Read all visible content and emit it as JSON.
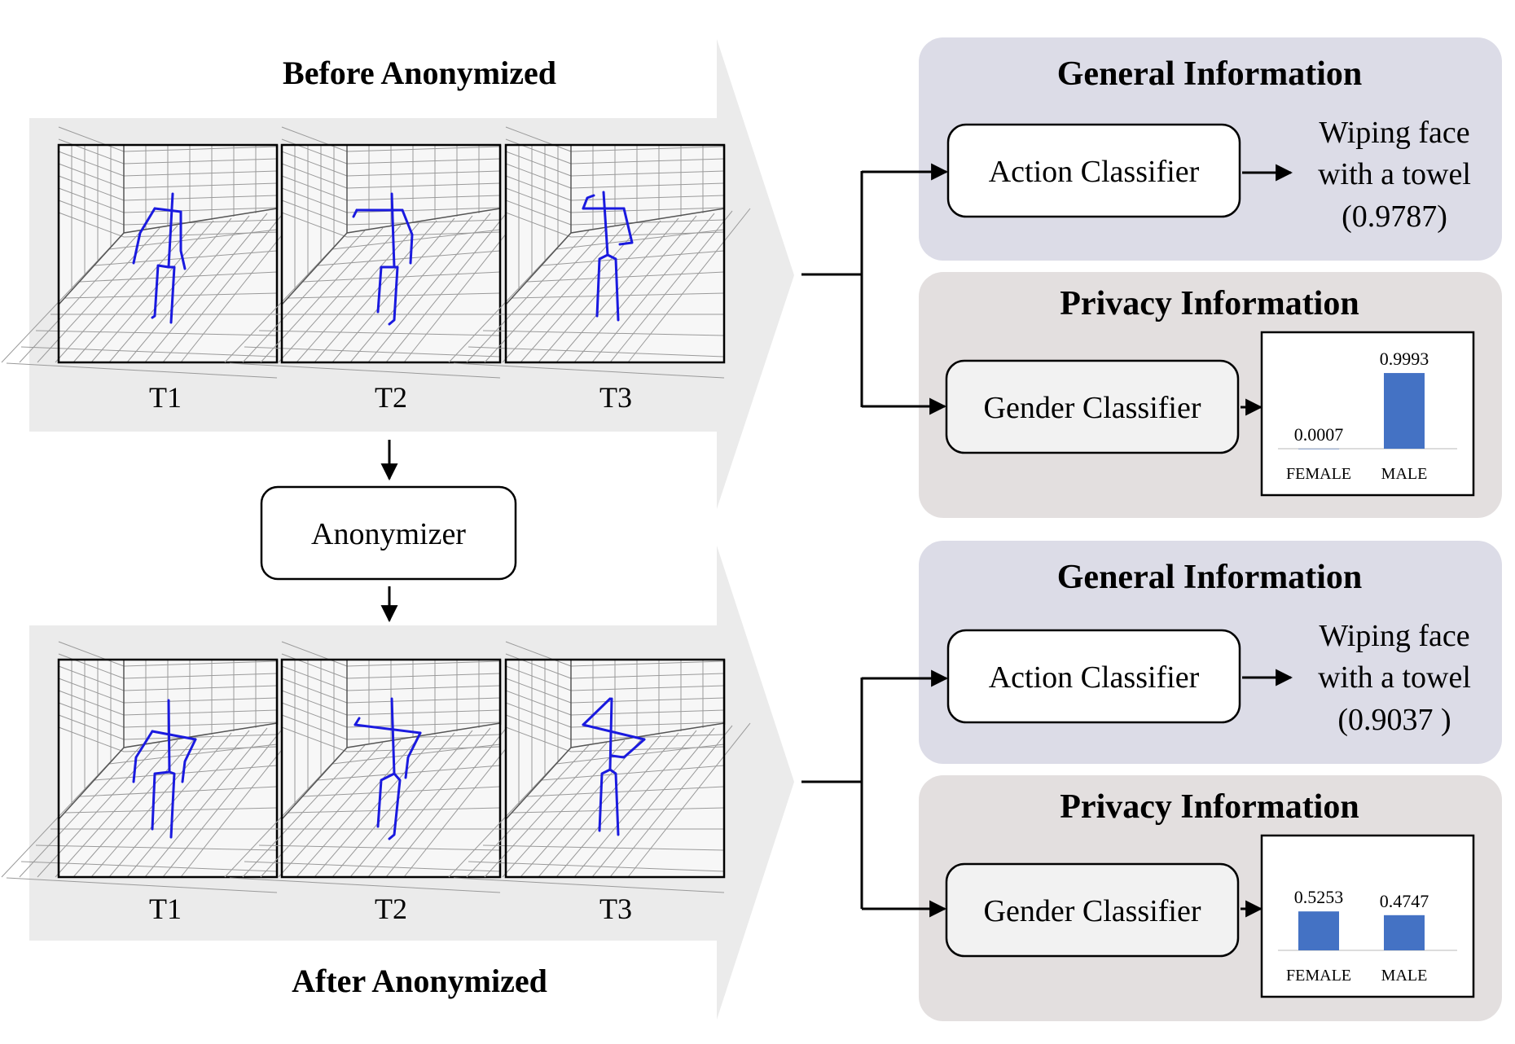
{
  "before": {
    "title": "Before Anonymized",
    "frames": [
      "T1",
      "T2",
      "T3"
    ]
  },
  "anonymizer": {
    "label": "Anonymizer"
  },
  "after": {
    "title": "After Anonymized",
    "frames": [
      "T1",
      "T2",
      "T3"
    ]
  },
  "results": [
    {
      "general": {
        "title": "General Information",
        "classifier": "Action Classifier",
        "output_lines": [
          "Wiping face",
          "with a towel",
          "(0.9787)"
        ]
      },
      "privacy": {
        "title": "Privacy Information",
        "classifier": "Gender Classifier"
      }
    },
    {
      "general": {
        "title": "General Information",
        "classifier": "Action Classifier",
        "output_lines": [
          "Wiping face",
          "with a towel",
          "(0.9037 )"
        ]
      },
      "privacy": {
        "title": "Privacy Information",
        "classifier": "Gender Classifier"
      }
    }
  ],
  "colors": {
    "panel_band": "#ebebeb",
    "general_bg": "#dcdce7",
    "privacy_bg": "#e3dfdf",
    "skeleton": "#1a1adf",
    "bar": "#4472c4"
  },
  "chart_data": [
    {
      "type": "bar",
      "categories": [
        "FEMALE",
        "MALE"
      ],
      "values": [
        0.0007,
        0.9993
      ],
      "data_labels": [
        "0.0007",
        "0.9993"
      ],
      "ylim": [
        0,
        1
      ]
    },
    {
      "type": "bar",
      "categories": [
        "FEMALE",
        "MALE"
      ],
      "values": [
        0.5253,
        0.4747
      ],
      "data_labels": [
        "0.5253",
        "0.4747"
      ],
      "ylim": [
        0,
        1
      ]
    }
  ]
}
